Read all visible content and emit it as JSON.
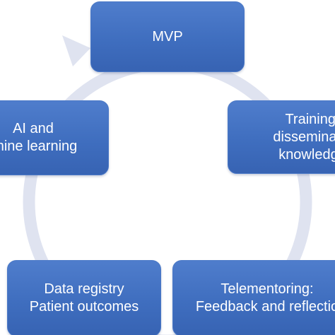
{
  "diagram": {
    "nodes": {
      "mvp": {
        "lines": [
          "MVP"
        ]
      },
      "training": {
        "lines": [
          "Training:",
          "disseminatio",
          "knowledge"
        ]
      },
      "ai": {
        "lines": [
          "AI and",
          "chine learning"
        ]
      },
      "data_registry": {
        "lines": [
          "Data registry",
          "Patient outcomes"
        ]
      },
      "telementoring": {
        "lines": [
          "Telementoring:",
          "Feedback and reflectio"
        ]
      }
    },
    "colors": {
      "node_fill": "#4472c4",
      "node_text": "#ffffff",
      "cycle_ring": "#dfe3f0"
    }
  }
}
